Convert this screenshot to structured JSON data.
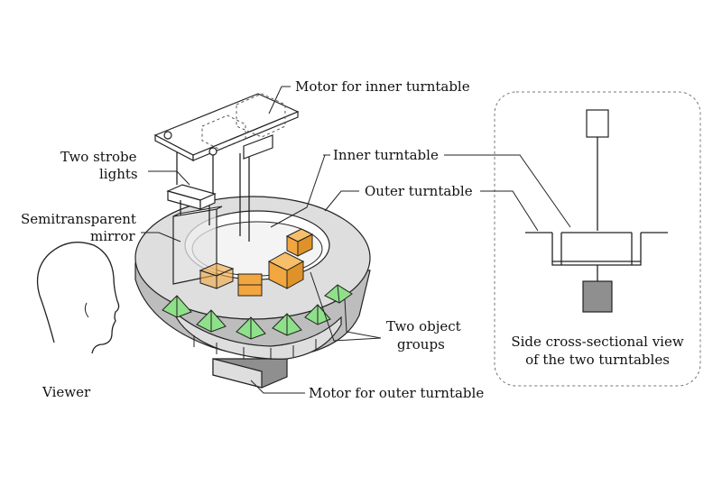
{
  "labels": {
    "motor_inner": "Motor for inner turntable",
    "strobe_line1": "Two strobe",
    "strobe_line2": "lights",
    "inner_turntable": "Inner turntable",
    "outer_turntable": "Outer turntable",
    "mirror_line1": "Semitransparent",
    "mirror_line2": "mirror",
    "objects_line1": "Two object",
    "objects_line2": "groups",
    "viewer": "Viewer",
    "motor_outer": "Motor for outer turntable",
    "side_line1": "Side cross-sectional view",
    "side_line2": "of the two turntables"
  },
  "colors": {
    "orange_cube": "#f2a640",
    "green_pyramid": "#8fe08a",
    "turntable_gray": "#bdbdbd",
    "stroke": "#222222"
  },
  "icons": [
    "viewer-head-icon"
  ]
}
